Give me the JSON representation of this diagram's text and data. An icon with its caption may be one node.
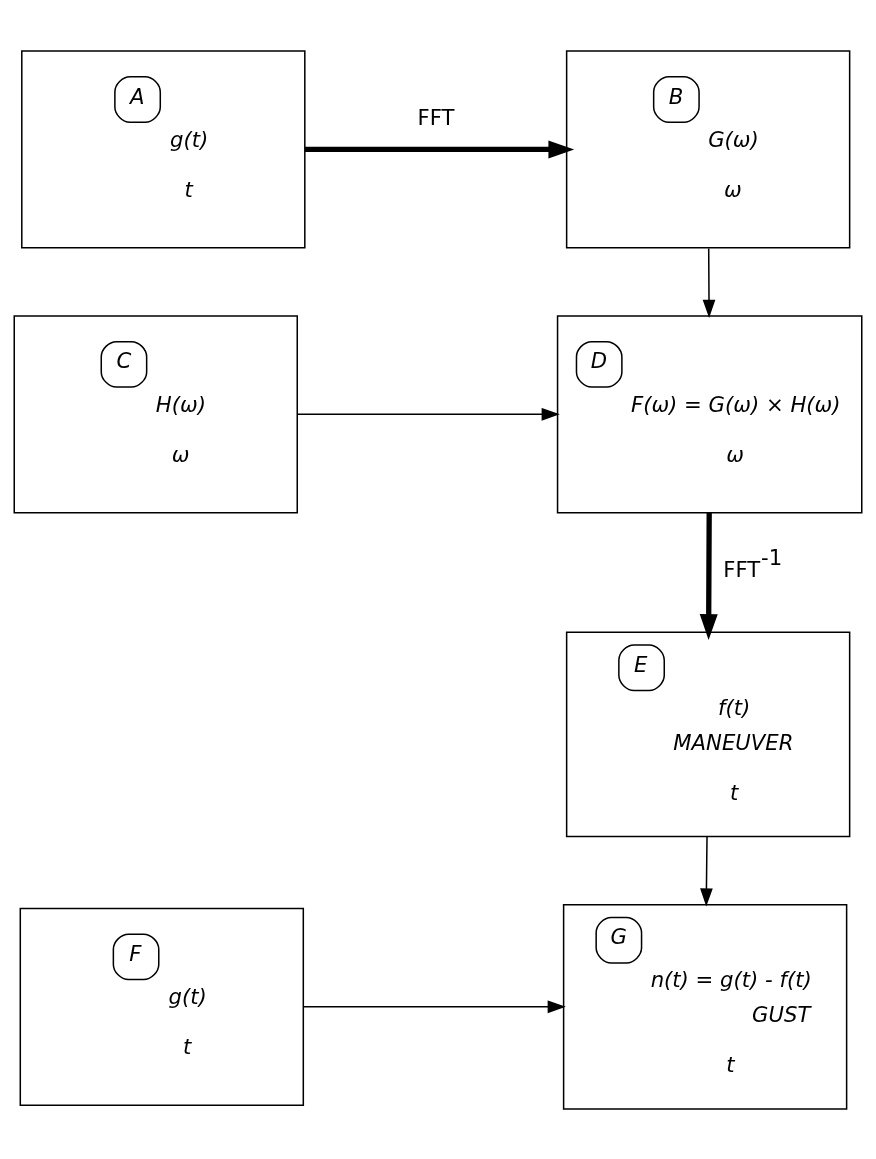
{
  "diagram": {
    "nodes": [
      {
        "text": [
          "A",
          "g(t)",
          "t"
        ]
      },
      {
        "text": [
          "B",
          "G(ω)",
          "ω"
        ]
      },
      {
        "text": [
          "C",
          "H(ω)",
          "ω"
        ]
      },
      {
        "text": [
          "D",
          "F(ω) = G(ω) × H(ω)",
          "ω"
        ]
      },
      {
        "text": [
          "E",
          "f(t)",
          "MANEUVER",
          "t"
        ]
      },
      {
        "text": [
          "F",
          "g(t)",
          "t"
        ]
      },
      {
        "text": [
          "G",
          "n(t) = g(t) - f(t)",
          "GUST",
          "t"
        ]
      }
    ],
    "edges": [
      {
        "from": 0,
        "to": 1,
        "arrow": "to",
        "label": "FFT",
        "style": "thick"
      },
      {
        "from": 1,
        "to": 3,
        "arrow": "to"
      },
      {
        "from": 2,
        "to": 3,
        "arrow": "to"
      },
      {
        "from": 3,
        "to": 4,
        "arrow": "to",
        "label": "FFT$^{-1}$",
        "style": "thick"
      },
      {
        "from": 4,
        "to": 6,
        "arrow": "to"
      },
      {
        "from": 5,
        "to": 6,
        "arrow": "to"
      }
    ]
  }
}
